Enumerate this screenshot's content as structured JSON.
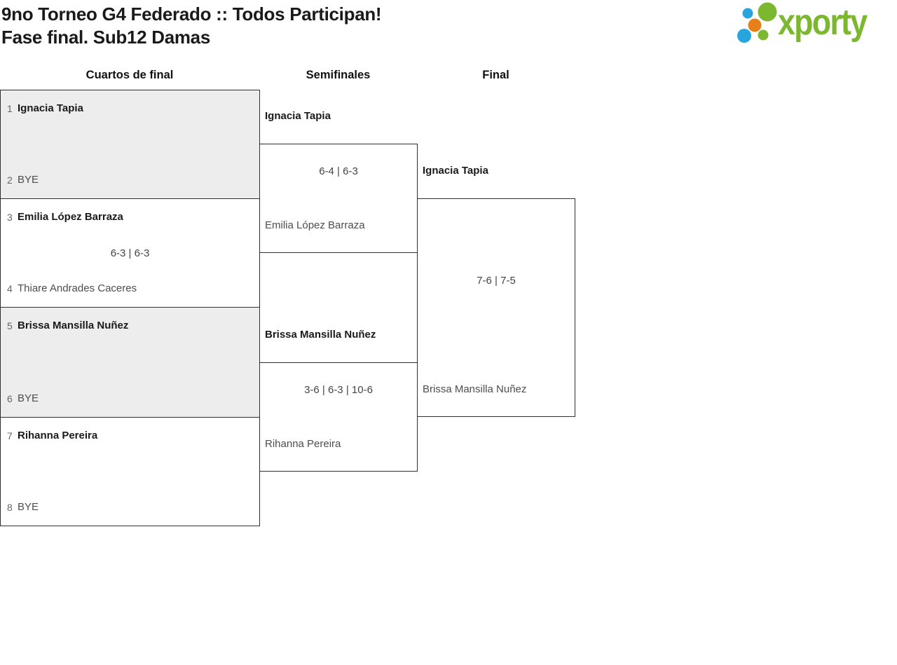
{
  "header": {
    "title_line1": "9no Torneo G4 Federado :: Todos Participan!",
    "title_line2": "Fase final. Sub12 Damas",
    "logo_text": "xporty",
    "logo_colors": {
      "green": "#7cb82f",
      "blue": "#29a5de",
      "orange": "#e8801a"
    }
  },
  "rounds": [
    {
      "label": "Cuartos de final"
    },
    {
      "label": "Semifinales"
    },
    {
      "label": "Final"
    }
  ],
  "matches": {
    "quarterfinals": [
      {
        "seed_top": "1",
        "player_top": "Ignacia Tapia",
        "seed_bottom": "2",
        "player_bottom": "BYE",
        "score": ""
      },
      {
        "seed_top": "3",
        "player_top": "Emilia López Barraza",
        "seed_bottom": "4",
        "player_bottom": "Thiare Andrades Caceres",
        "score": "6-3 | 6-3"
      },
      {
        "seed_top": "5",
        "player_top": "Brissa Mansilla Nuñez",
        "seed_bottom": "6",
        "player_bottom": "BYE",
        "score": ""
      },
      {
        "seed_top": "7",
        "player_top": "Rihanna Pereira",
        "seed_bottom": "8",
        "player_bottom": "BYE",
        "score": ""
      }
    ],
    "semifinals": [
      {
        "player_top": "Ignacia Tapia",
        "player_bottom": "Emilia López Barraza",
        "score": "6-4 | 6-3"
      },
      {
        "player_top": "Brissa Mansilla Nuñez",
        "player_bottom": "Rihanna Pereira",
        "score": "3-6 | 6-3 | 10-6"
      }
    ],
    "final": [
      {
        "player_top": "Ignacia Tapia",
        "player_bottom": "Brissa Mansilla Nuñez",
        "score": "7-6 | 7-5"
      }
    ]
  }
}
